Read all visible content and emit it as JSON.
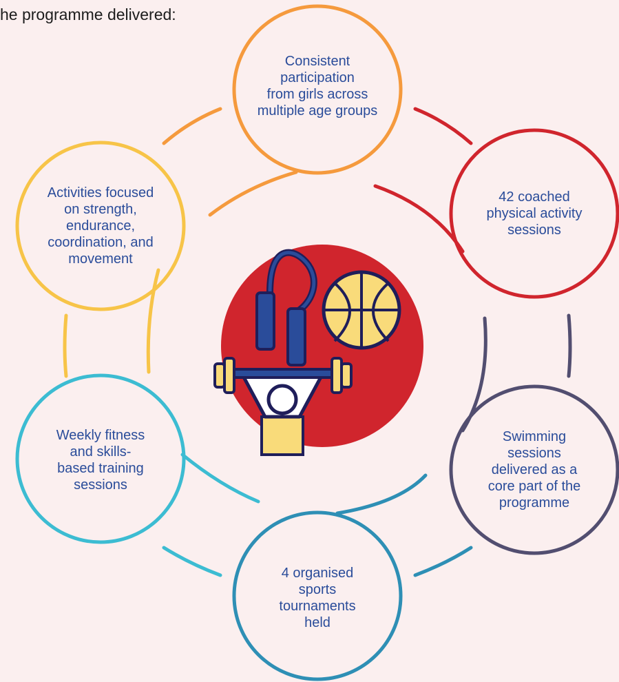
{
  "intro": "he programme delivered:",
  "nodes": [
    {
      "lines": [
        "Consistent",
        "participation",
        "from girls across",
        "multiple age groups"
      ],
      "color": "#F59A3D"
    },
    {
      "lines": [
        "42 coached",
        "physical activity",
        "sessions"
      ],
      "color": "#D0252D"
    },
    {
      "lines": [
        "Swimming",
        "sessions",
        "delivered as a",
        "core part of the",
        "programme"
      ],
      "color": "#524E70"
    },
    {
      "lines": [
        "4 organised",
        "sports",
        "tournaments",
        "held"
      ],
      "color": "#2E8FB5"
    },
    {
      "lines": [
        "Weekly fitness",
        "and skills-",
        "based training",
        "sessions"
      ],
      "color": "#3CBCD2"
    },
    {
      "lines": [
        "Activities focused",
        "on strength,",
        "endurance,",
        "coordination, and",
        "movement"
      ],
      "color": "#F7C448"
    }
  ],
  "center": {
    "icon": "fitness-icon",
    "bg": "#D0252D",
    "accent": "#F9DB7A",
    "handle": "#2A4C9A",
    "outline": "#1F1E5A"
  }
}
